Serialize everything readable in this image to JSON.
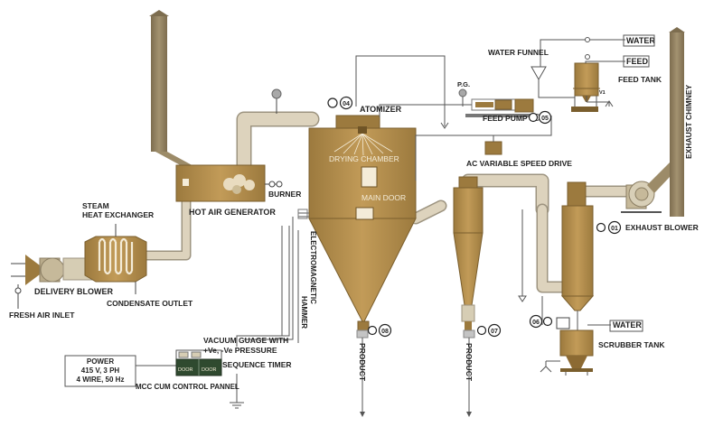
{
  "labels": {
    "water_top": "WATER",
    "feed": "FEED",
    "water_funnel": "WATER FUNNEL",
    "feed_tank": "FEED TANK",
    "v1": "V1",
    "pg": "P.G.",
    "atomizer": "ATOMIZER",
    "feed_pump": "FEED PUMP",
    "drying_chamber": "DRYING CHAMBER",
    "main_door": "MAIN DOOR",
    "ac_drive": "AC VARIABLE SPEED DRIVE",
    "exhaust_chimney": "EXHAUST CHIMNEY",
    "exhaust_blower": "EXHAUST BLOWER",
    "burner": "BURNER",
    "hot_air_generator": "HOT AIR GENERATOR",
    "steam_hx_1": "STEAM",
    "steam_hx_2": "HEAT EXCHANGER",
    "delivery_blower": "DELIVERY BLOWER",
    "condensate_outlet": "CONDENSATE OUTLET",
    "fresh_air_inlet": "FRESH AIR INLET",
    "electromagnetic": "ELECTROMAGNETIC",
    "hammer": "HAMMER",
    "vacuum_1": "VACUUM GUAGE WITH",
    "vacuum_2": "+Ve, -Ve PRESSURE",
    "sequence_timer": "SEQUENCE TIMER",
    "mcc_panel": "MCC CUM CONTROL PANNEL",
    "door_left": "DOOR",
    "door_right": "DOOR",
    "power_1": "POWER",
    "power_2": "415 V, 3 PH",
    "power_3": "4 WIRE, 50 Hz",
    "product_1": "PRODUCT",
    "product_2": "PRODUCT",
    "water_scrubber": "WATER",
    "scrubber_tank": "SCRUBBER TANK"
  },
  "badges": {
    "b01": "01",
    "b04": "04",
    "b05": "05",
    "b06": "06",
    "b07": "07",
    "b08": "08"
  },
  "colors": {
    "process_body": "#b08a4a",
    "body_dark": "#8c6a33",
    "duct": "#ddd3bd",
    "duct_edge": "#9d9480",
    "chimney": "#8f7f5e",
    "line": "#555555"
  }
}
